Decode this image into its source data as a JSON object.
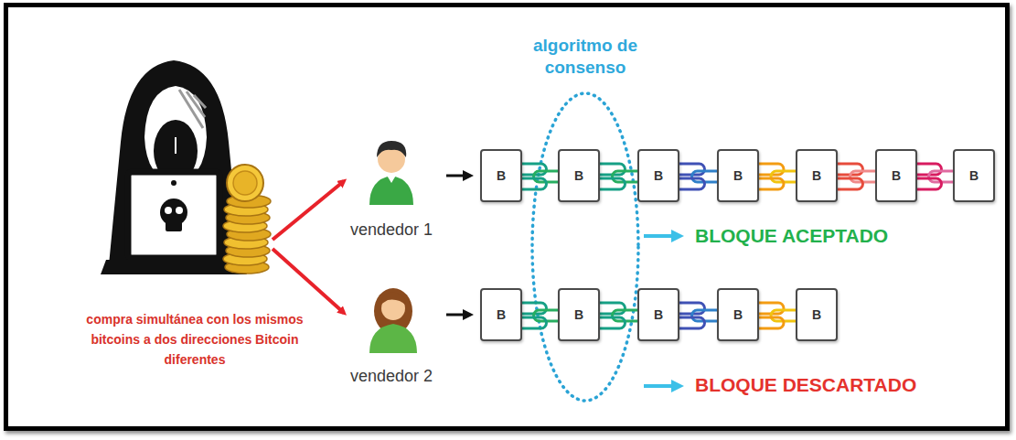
{
  "diagram": {
    "nodes": [
      {
        "text": [
          "B"
        ]
      },
      {
        "text": [
          "B"
        ]
      },
      {
        "text": [
          "B"
        ]
      },
      {
        "text": [
          "B"
        ]
      },
      {
        "text": [
          "B"
        ]
      },
      {
        "text": [
          "B"
        ]
      },
      {
        "text": [
          "B"
        ]
      },
      {
        "text": [
          "B"
        ]
      },
      {
        "text": [
          "B"
        ]
      },
      {
        "text": [
          "B"
        ]
      },
      {
        "text": [
          "B"
        ]
      },
      {
        "text": [
          "B"
        ]
      }
    ],
    "edges": [
      {
        "from": 0,
        "to": 1,
        "arrow": "none"
      },
      {
        "from": 1,
        "to": 2,
        "arrow": "none"
      },
      {
        "from": 2,
        "to": 3,
        "arrow": "none"
      },
      {
        "from": 3,
        "to": 4,
        "arrow": "none"
      },
      {
        "from": 4,
        "to": 5,
        "arrow": "none"
      },
      {
        "from": 5,
        "to": 6,
        "arrow": "none"
      },
      {
        "from": 7,
        "to": 8,
        "arrow": "none"
      },
      {
        "from": 8,
        "to": 9,
        "arrow": "none"
      },
      {
        "from": 9,
        "to": 10,
        "arrow": "none"
      },
      {
        "from": 10,
        "to": 11,
        "arrow": "none"
      }
    ],
    "labels": [
      "algoritmo de consenso",
      "vendedor 1",
      "vendedor 2",
      "compra simultánea con los mismos bitcoins a dos direcciones Bitcoin diferentes",
      "BLOQUE ACEPTADO",
      "BLOQUE DESCARTADO"
    ]
  }
}
